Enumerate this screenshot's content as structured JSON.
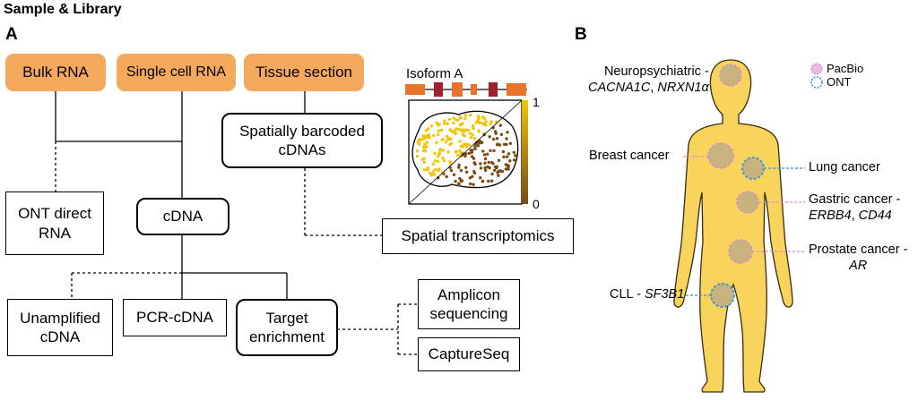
{
  "header": {
    "title": "Sample & Library"
  },
  "panel_a": {
    "label": "A",
    "sources": {
      "bulk": "Bulk RNA",
      "single_cell": "Single cell RNA",
      "tissue": "Tissue section"
    },
    "nodes": {
      "spatial_cdna_line1": "Spatially barcoded",
      "spatial_cdna_line2": "cDNAs",
      "ont_direct_line1": "ONT direct",
      "ont_direct_line2": "RNA",
      "cdna": "cDNA",
      "spatial_transcriptomics": "Spatial transcriptomics",
      "unamplified_line1": "Unamplified",
      "unamplified_line2": "cDNA",
      "pcr_cdna": "PCR-cDNA",
      "target_line1": "Target",
      "target_line2": "enrichment",
      "amplicon_line1": "Amplicon",
      "amplicon_line2": "sequencing",
      "captureseq": "CaptureSeq"
    },
    "isoform": {
      "title": "Isoform A",
      "scale_max": "1",
      "scale_min": "0",
      "colors": {
        "high": "#f2c500",
        "low": "#7a4a15",
        "exon": "#e8742a",
        "alt_exon": "#a02030"
      }
    }
  },
  "panel_b": {
    "label": "B",
    "legend": {
      "pacbio": "PacBio",
      "ont": "ONT"
    },
    "colors": {
      "body": "#f9d45c",
      "pacbio": "#d98ad0",
      "ont": "#3a8fd8",
      "spot": "#c8b27e"
    },
    "annotations": {
      "neuro_line1": "Neuropsychiatric -",
      "neuro_gene1": "CACNA1C",
      "neuro_sep": ",",
      "neuro_gene2": "NRXN1α",
      "breast": "Breast cancer",
      "lung": "Lung cancer",
      "gastric_line1": "Gastric cancer -",
      "gastric_gene1": "ERBB4",
      "gastric_sep": ",",
      "gastric_gene2": "CD44",
      "prostate_line1": "Prostate cancer -",
      "prostate_gene": "AR",
      "cll_prefix": "CLL -",
      "cll_gene": "SF3B1"
    }
  }
}
